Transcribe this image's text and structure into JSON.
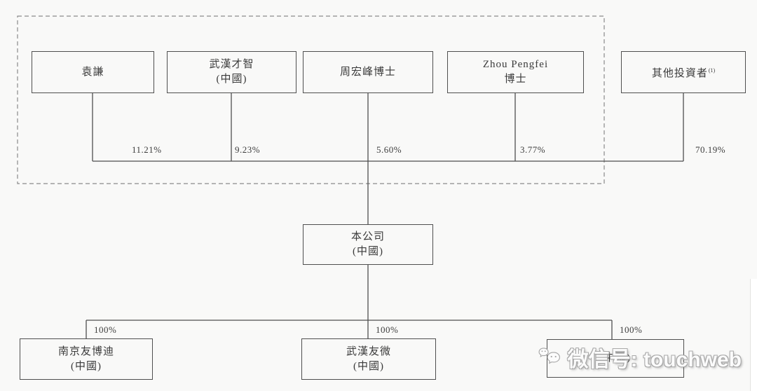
{
  "diagram": {
    "shareholders": [
      {
        "id": "yuanqian",
        "line1": "袁謙",
        "line2": "",
        "pct": "11.21%"
      },
      {
        "id": "wuhancaizhi",
        "line1": "武漢才智",
        "line2": "(中國)",
        "pct": "9.23%"
      },
      {
        "id": "zhouhongfeng",
        "line1": "周宏峰博士",
        "line2": "",
        "pct": "5.60%"
      },
      {
        "id": "zhoupengfei",
        "line1": "Zhou Pengfei",
        "line2": "博士",
        "pct": "3.77%"
      },
      {
        "id": "other",
        "line1": "其他投資者",
        "superscript": "(1)",
        "line2": "",
        "pct": "70.19%"
      }
    ],
    "company": {
      "line1": "本公司",
      "line2": "(中國)"
    },
    "subsidiaries": [
      {
        "id": "nanjingyoubodi",
        "line1": "南京友博迪",
        "line2": "(中國)",
        "pct": "100%"
      },
      {
        "id": "wuhanyouwei",
        "line1": "武漢友微",
        "line2": "(中國)",
        "pct": "100%"
      },
      {
        "id": "obscured",
        "line1": "",
        "line2": "(中國)",
        "pct": "100%"
      }
    ],
    "colors": {
      "line": "#4f4f4f",
      "text": "#3a3a3a",
      "background": "#f9f9f8",
      "watermark_outline": "#a8a8a8"
    }
  },
  "watermark": {
    "text": "微信号: touchweb",
    "icon": "wechat-icon"
  }
}
